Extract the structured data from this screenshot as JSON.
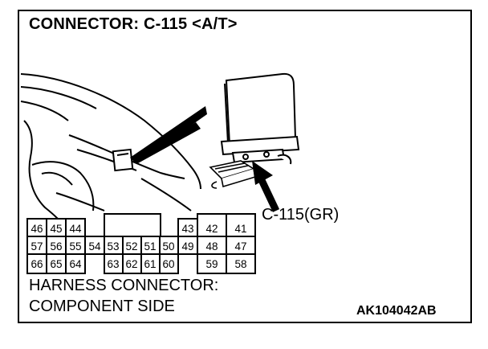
{
  "title": "CONNECTOR: C-115 <A/T>",
  "connector_label": "C-115(GR)",
  "caption_line1": "HARNESS CONNECTOR:",
  "caption_line2": "COMPONENT SIDE",
  "reference_code": "AK104042AB",
  "pins": {
    "row1": [
      "46",
      "45",
      "44",
      "43",
      "42",
      "41"
    ],
    "row2": [
      "57",
      "56",
      "55",
      "54",
      "53",
      "52",
      "51",
      "50",
      "49",
      "48",
      "47"
    ],
    "row3": [
      "66",
      "65",
      "64",
      "63",
      "62",
      "61",
      "60",
      "59",
      "58"
    ]
  }
}
